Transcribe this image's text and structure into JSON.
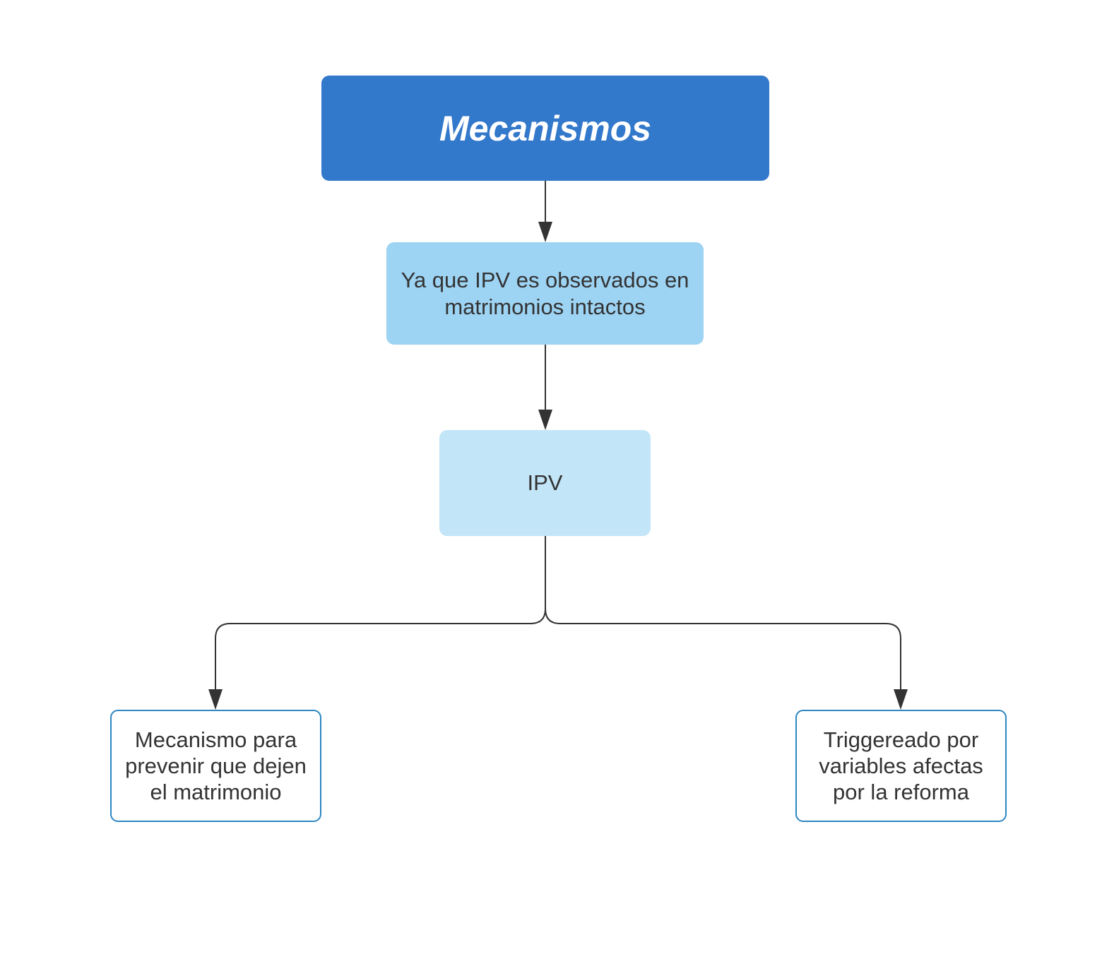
{
  "diagram": {
    "nodes": {
      "title": {
        "text": "Mecanismos",
        "fill": "#3278cb"
      },
      "premise": {
        "text": "Ya que IPV es observados en matrimonios intactos",
        "fill": "#9dd3f3"
      },
      "ipv": {
        "text": "IPV",
        "fill": "#c2e5f8"
      },
      "left": {
        "text": "Mecanismo para prevenir que dejen el matrimonio",
        "border": "#2e86c1"
      },
      "right": {
        "text": "Triggereado por variables afectas por la reforma",
        "border": "#2e86c1"
      }
    },
    "edges": [
      {
        "from": "title",
        "to": "premise"
      },
      {
        "from": "premise",
        "to": "ipv"
      },
      {
        "from": "ipv",
        "to": "left"
      },
      {
        "from": "ipv",
        "to": "right"
      }
    ],
    "connector_color": "#333333"
  }
}
